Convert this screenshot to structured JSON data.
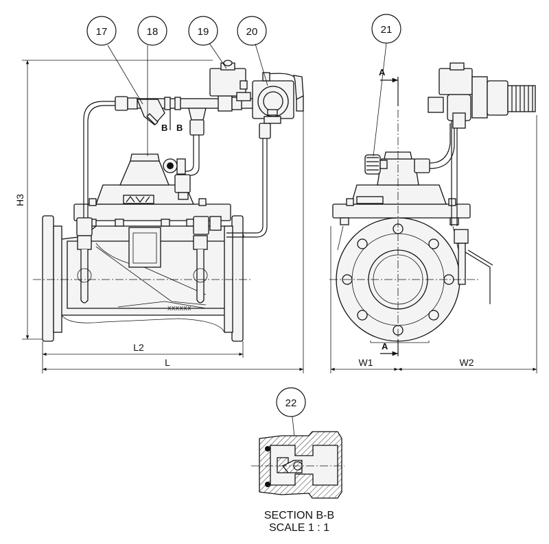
{
  "callouts": [
    {
      "id": "c17",
      "label": "17"
    },
    {
      "id": "c18",
      "label": "18"
    },
    {
      "id": "c19",
      "label": "19"
    },
    {
      "id": "c20",
      "label": "20"
    },
    {
      "id": "c21",
      "label": "21"
    },
    {
      "id": "c22",
      "label": "22"
    }
  ],
  "dimensions": {
    "h3": "H3",
    "l2": "L2",
    "l": "L",
    "w1": "W1",
    "w2": "W2"
  },
  "markers": {
    "section_b": "B",
    "section_a": "A",
    "nameplate": "XXXXXX"
  },
  "section": {
    "title": "SECTION B-B",
    "scale": "SCALE 1 : 1"
  }
}
